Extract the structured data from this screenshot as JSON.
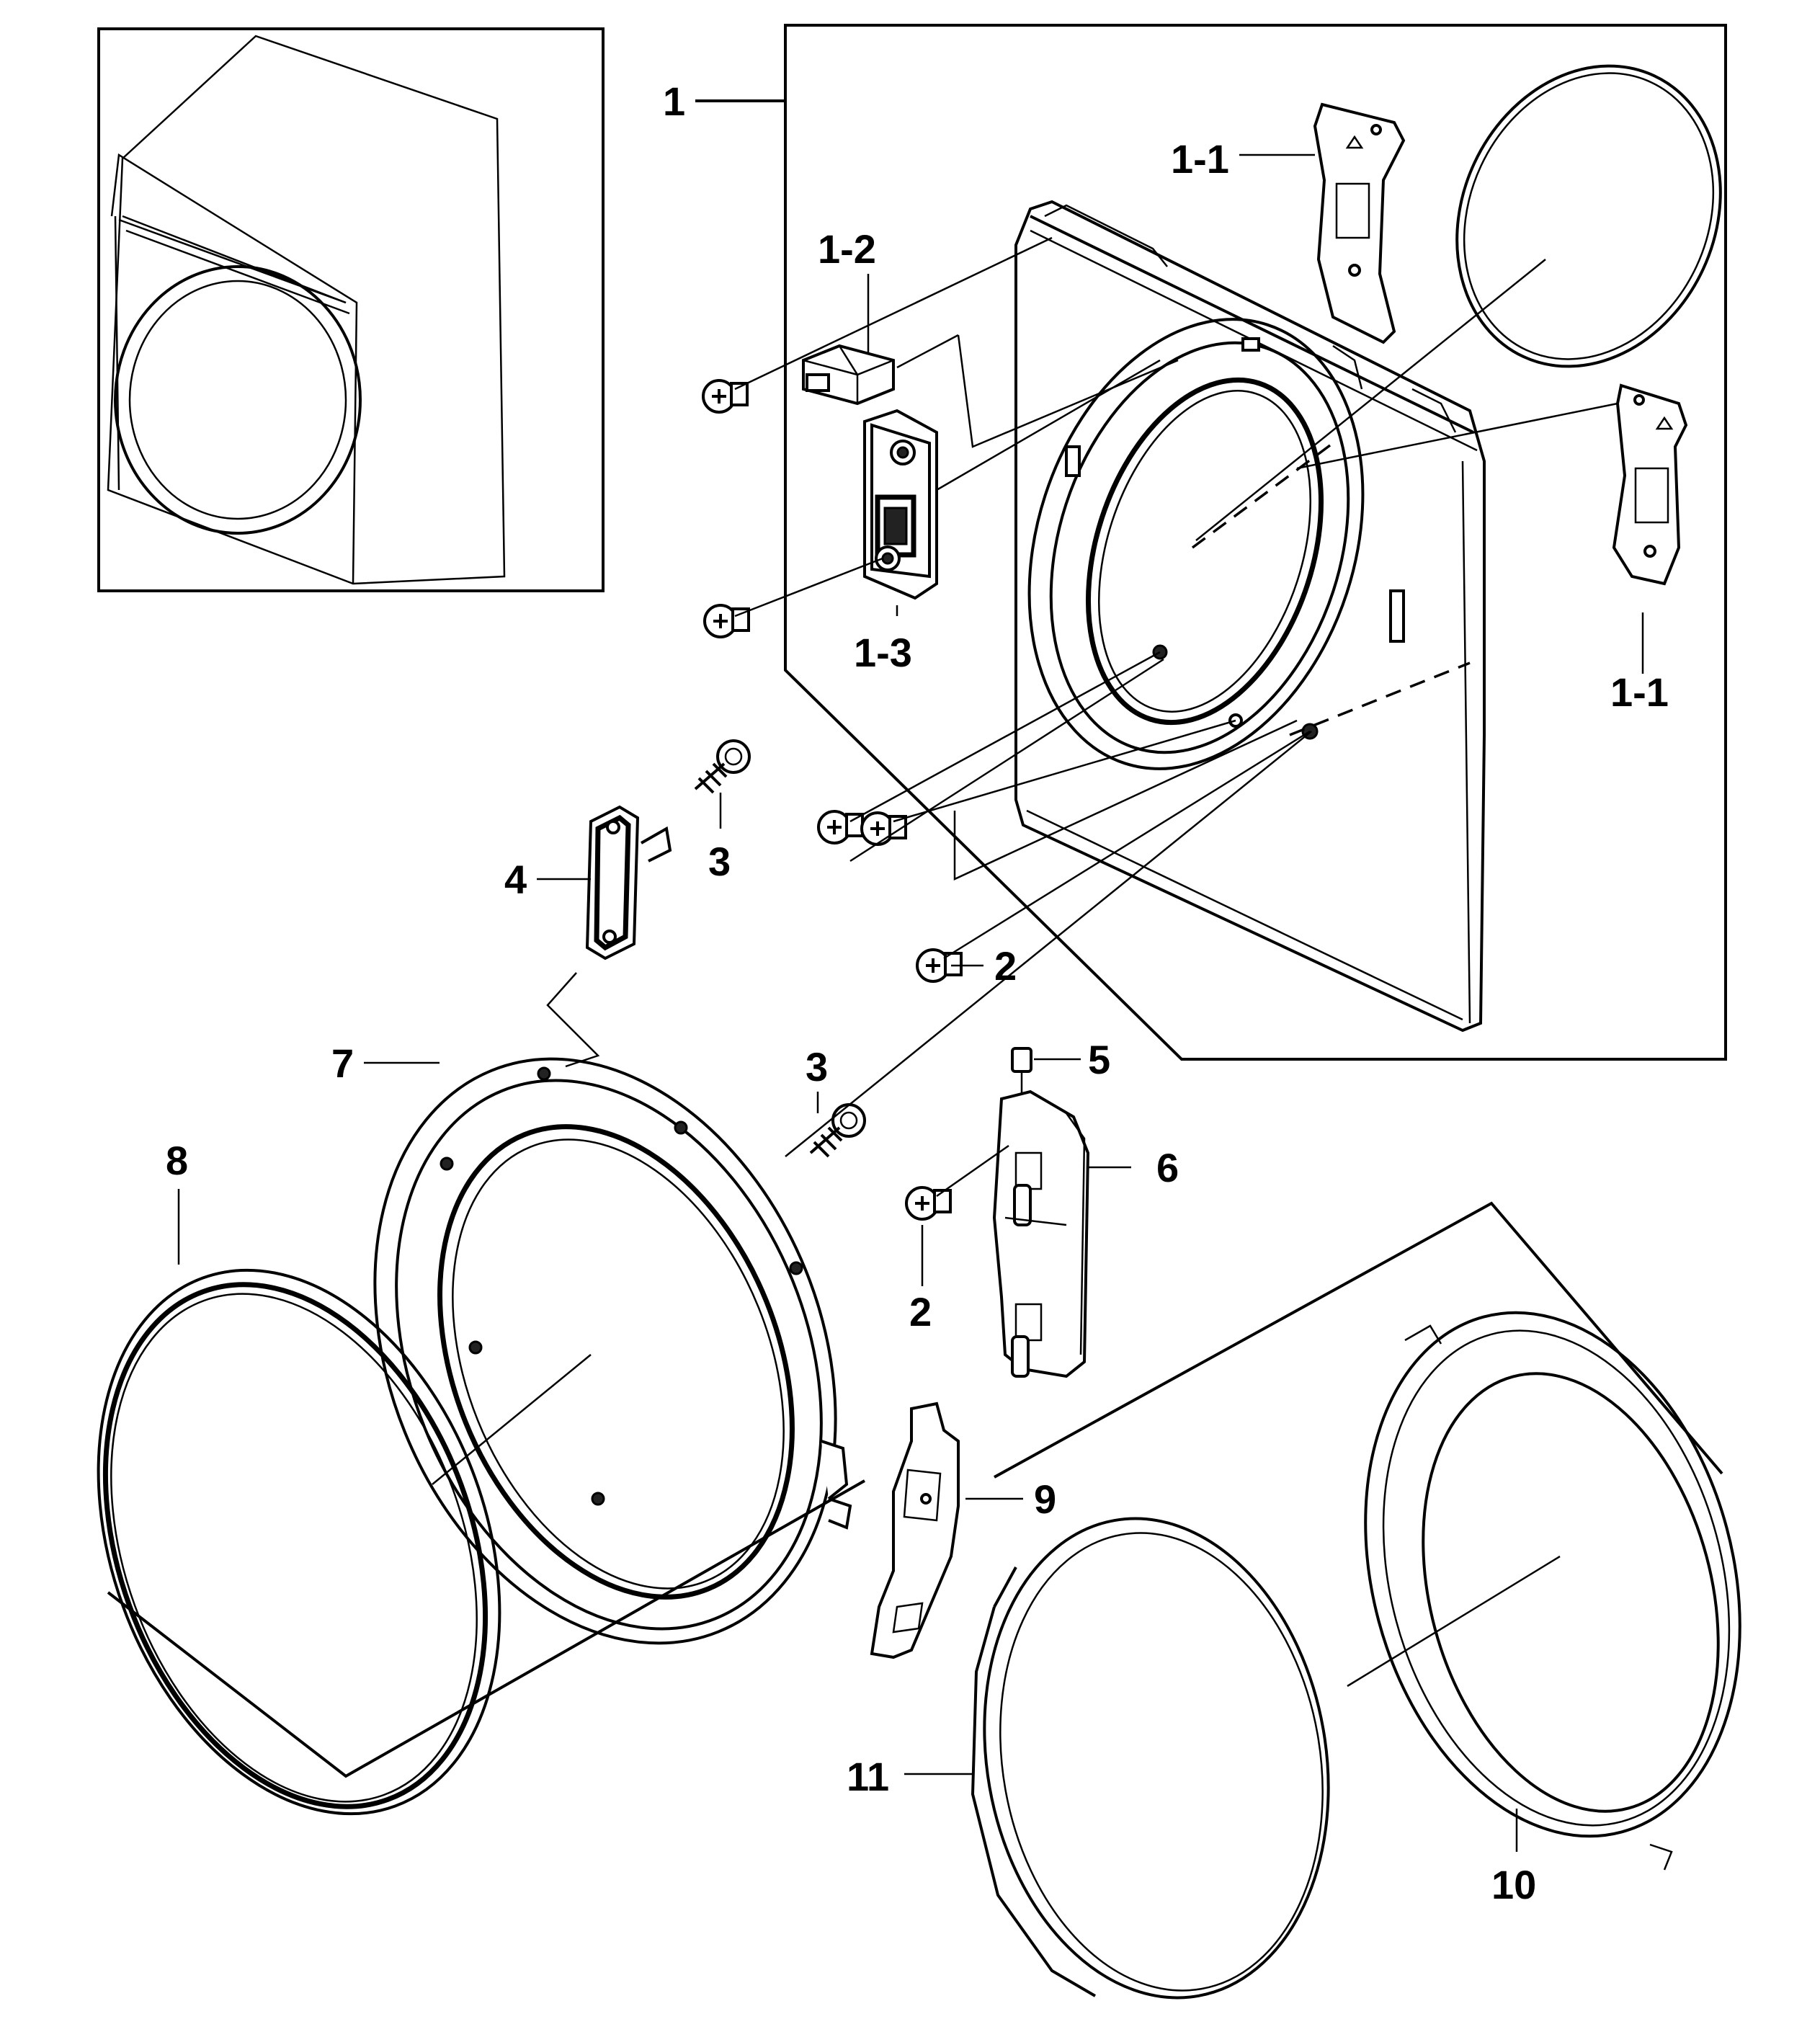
{
  "labels": {
    "p1": "1",
    "p1_1_top": "1-1",
    "p1_1_right": "1-1",
    "p1_2": "1-2",
    "p1_3": "1-3",
    "p2_top": "2",
    "p2_bottom": "2",
    "p3_top": "3",
    "p3_bottom": "3",
    "p4": "4",
    "p5": "5",
    "p6": "6",
    "p7": "7",
    "p8": "8",
    "p9": "9",
    "p10": "10",
    "p11": "11"
  }
}
